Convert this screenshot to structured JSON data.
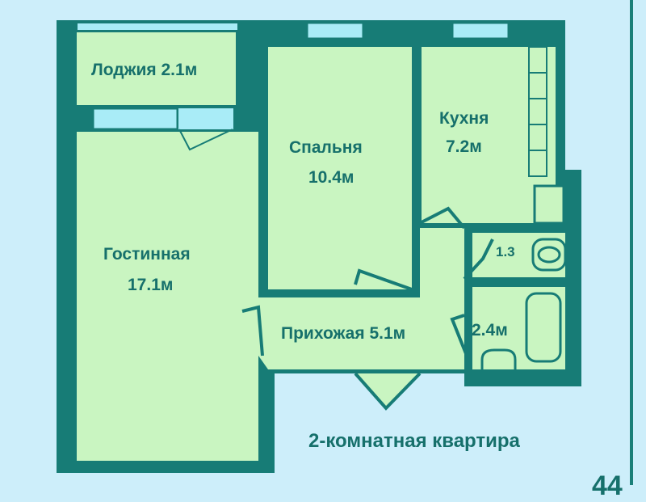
{
  "rooms": {
    "loggia": "Лоджия 2.1м",
    "living_name": "Гостинная",
    "living_area": "17.1м",
    "bedroom_name": "Спальня",
    "bedroom_area": "10.4м",
    "kitchen_name": "Кухня",
    "kitchen_area": "7.2м",
    "hall": "Прихожая 5.1м",
    "wc": "1.3",
    "bath": "2.4м"
  },
  "caption": "2-комнатная квартира",
  "area_number": "44",
  "colors": {
    "wall": "#177c76",
    "room": "#c9f5c1",
    "window": "#a9ecf7",
    "background": "#cdeefa"
  }
}
